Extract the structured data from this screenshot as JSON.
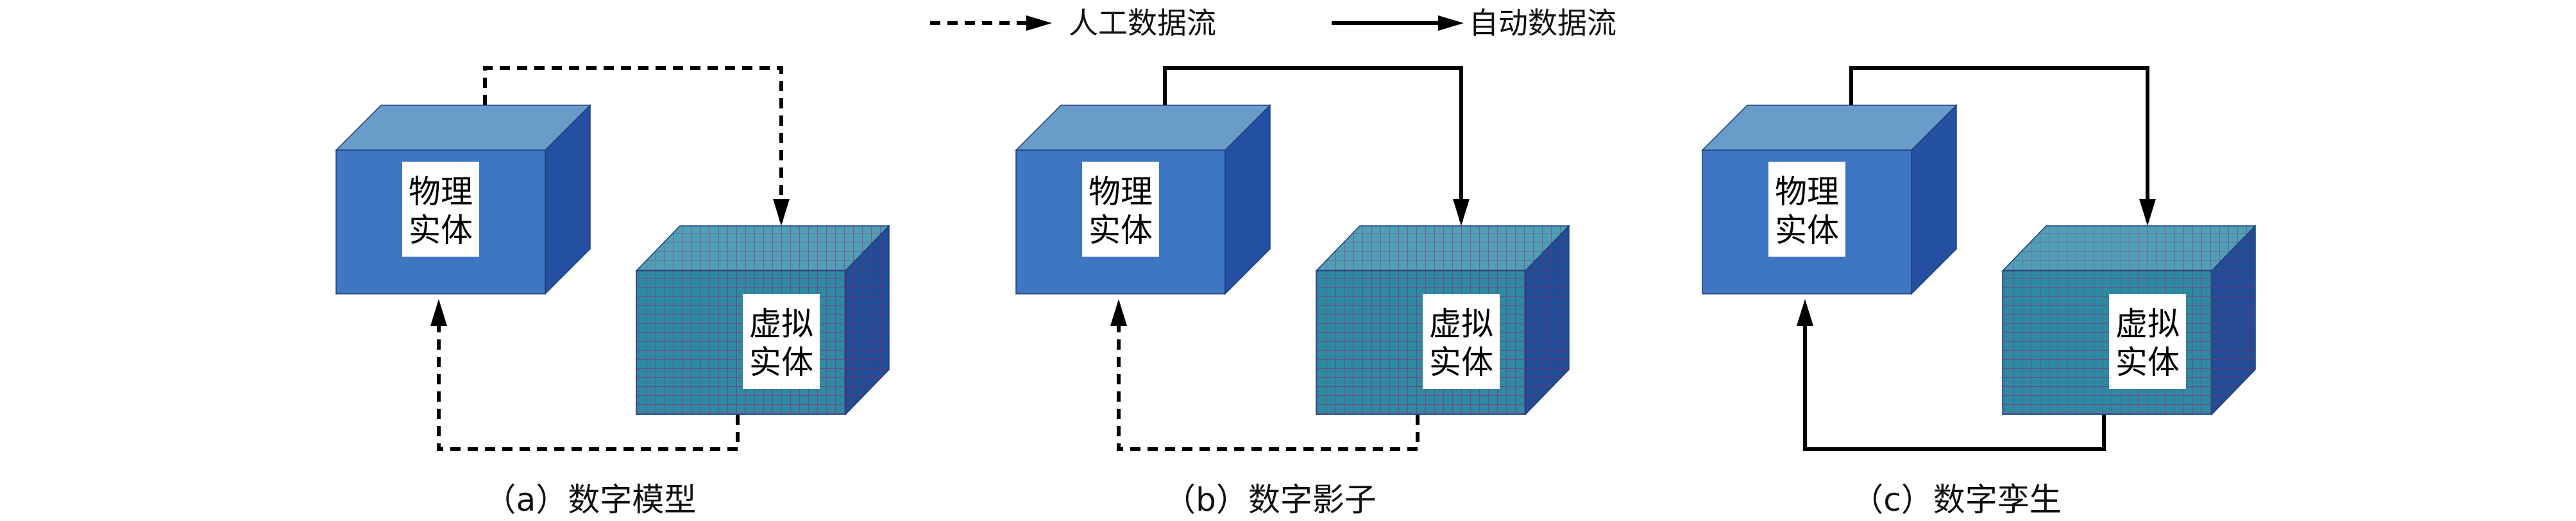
{
  "legend": {
    "manual_flow": "人工数据流",
    "auto_flow": "自动数据流"
  },
  "physical_entity": {
    "line1": "物理",
    "line2": "实体"
  },
  "virtual_entity": {
    "line1": "虚拟",
    "line2": "实体"
  },
  "panels": [
    {
      "caption": "（a）数字模型",
      "to_virtual": "manual",
      "to_physical": "manual"
    },
    {
      "caption": "（b）数字影子",
      "to_virtual": "auto",
      "to_physical": "manual"
    },
    {
      "caption": "（c）数字孪生",
      "to_virtual": "auto",
      "to_physical": "auto"
    }
  ],
  "colors": {
    "physical_front": "#3f76c2",
    "physical_top": "#6a9cc9",
    "physical_side": "#2350a0",
    "virtual_front": "#2e8aa0",
    "virtual_top": "#4fa0b4",
    "virtual_side": "#1f4e96",
    "arrow": "#000000"
  }
}
